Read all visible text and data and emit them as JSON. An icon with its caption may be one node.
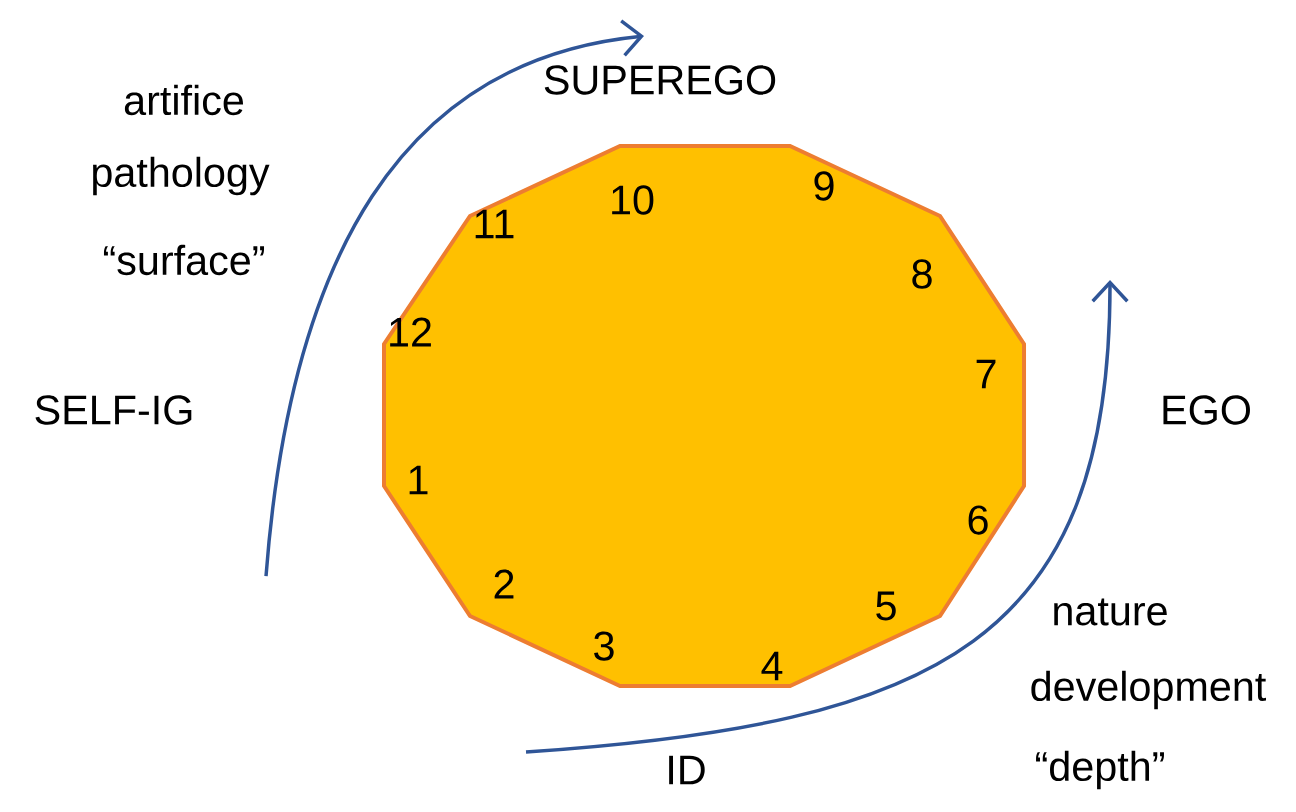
{
  "diagram": {
    "nodes": [
      {
        "text": [],
        "shape": "dodecagon"
      }
    ],
    "labels": [
      "SUPEREGO",
      "artifice",
      "pathology",
      "“surface”",
      "11",
      "10",
      "9",
      "8",
      "12",
      "7",
      "SELF-IG",
      "EGO",
      "1",
      "6",
      "2",
      "5",
      "3",
      "4",
      "nature",
      "development",
      "ID",
      "“depth”"
    ]
  }
}
